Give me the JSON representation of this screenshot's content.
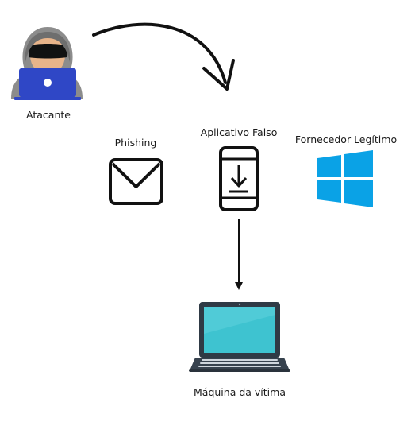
{
  "nodes": {
    "attacker": {
      "label": "Atacante",
      "icon": "hacker-icon"
    },
    "phishing": {
      "label": "Phishing",
      "icon": "envelope-icon"
    },
    "fake_app": {
      "label": "Aplicativo Falso",
      "icon": "phone-download-icon"
    },
    "legit_vendor": {
      "label": "Fornecedor Legítimo",
      "icon": "windows-logo-icon"
    },
    "victim_machine": {
      "label": "Máquina da vítima",
      "icon": "laptop-icon"
    }
  },
  "colors": {
    "line": "#111111",
    "hoodie": "#8c8c8c",
    "hoodie_dark": "#6e6e6e",
    "skin": "#e8b48a",
    "laptop_blue": "#2f47c6",
    "windows_blue": "#0aa2e6",
    "screen_teal": "#3ec3d0",
    "laptop_body": "#2f3a45"
  }
}
